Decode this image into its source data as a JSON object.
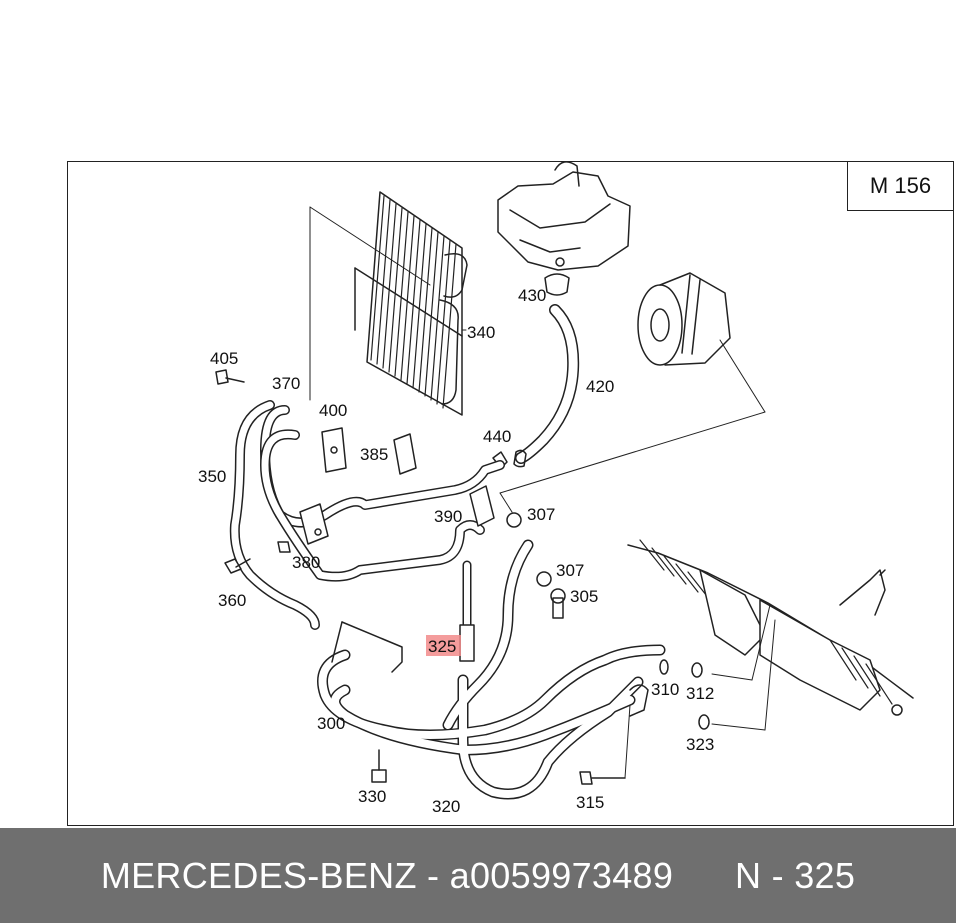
{
  "model_code": "M 156",
  "highlight_color": "#f28b8b",
  "footer": {
    "brand": "MERCEDES-BENZ",
    "separator": " - ",
    "part_number": "a0059973489",
    "position": "N - 325"
  },
  "labels": {
    "l300": "300",
    "l305": "305",
    "l307a": "307",
    "l307b": "307",
    "l310": "310",
    "l312": "312",
    "l315": "315",
    "l320": "320",
    "l323": "323",
    "l325": "325",
    "l330": "330",
    "l340": "340",
    "l350": "350",
    "l360": "360",
    "l370": "370",
    "l380": "380",
    "l385": "385",
    "l390": "390",
    "l400": "400",
    "l405": "405",
    "l420": "420",
    "l430": "430",
    "l440": "440"
  }
}
